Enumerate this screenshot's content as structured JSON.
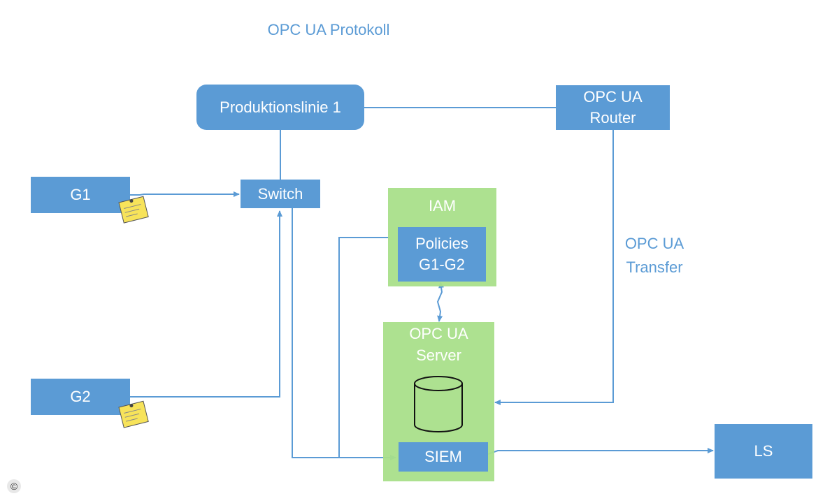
{
  "title": "OPC UA Protokoll",
  "nodes": {
    "produktionslinie": "Produktionslinie 1",
    "router_line1": "OPC UA",
    "router_line2": "Router",
    "switch": "Switch",
    "g1": "G1",
    "g2": "G2",
    "iam": "IAM",
    "policies_line1": "Policies",
    "policies_line2": "G1-G2",
    "server_line1": "OPC UA",
    "server_line2": "Server",
    "siem": "SIEM",
    "ls": "LS"
  },
  "edge_labels": {
    "transfer_line1": "OPC UA",
    "transfer_line2": "Transfer"
  },
  "copyright": "©",
  "colors": {
    "box_blue": "#5b9bd5",
    "zone_green": "#a9df8a",
    "note_yellow": "#f7e35a",
    "line": "#5b9bd5"
  }
}
